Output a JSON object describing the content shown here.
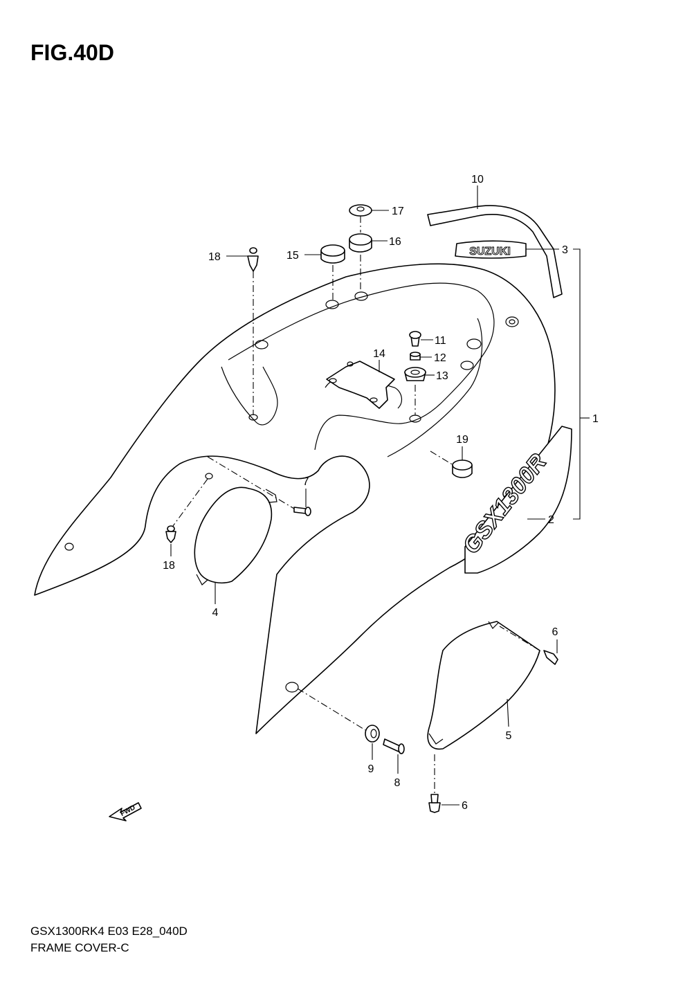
{
  "figure": {
    "title": "FIG.40D",
    "model_code": "GSX1300RK4 E03 E28_040D",
    "drawing_title": "FRAME COVER-C"
  },
  "decals": {
    "brand": "SUZUKI",
    "model": "GSX1300R"
  },
  "fwd_label": "FWD",
  "callouts": {
    "c1": "1",
    "c2": "2",
    "c3": "3",
    "c4": "4",
    "c5": "5",
    "c6a": "6",
    "c6b": "6",
    "c7": "7",
    "c8": "8",
    "c9": "9",
    "c10": "10",
    "c11": "11",
    "c12": "12",
    "c13": "13",
    "c14": "14",
    "c15": "15",
    "c16": "16",
    "c17": "17",
    "c18a": "18",
    "c18b": "18",
    "c19": "19"
  }
}
